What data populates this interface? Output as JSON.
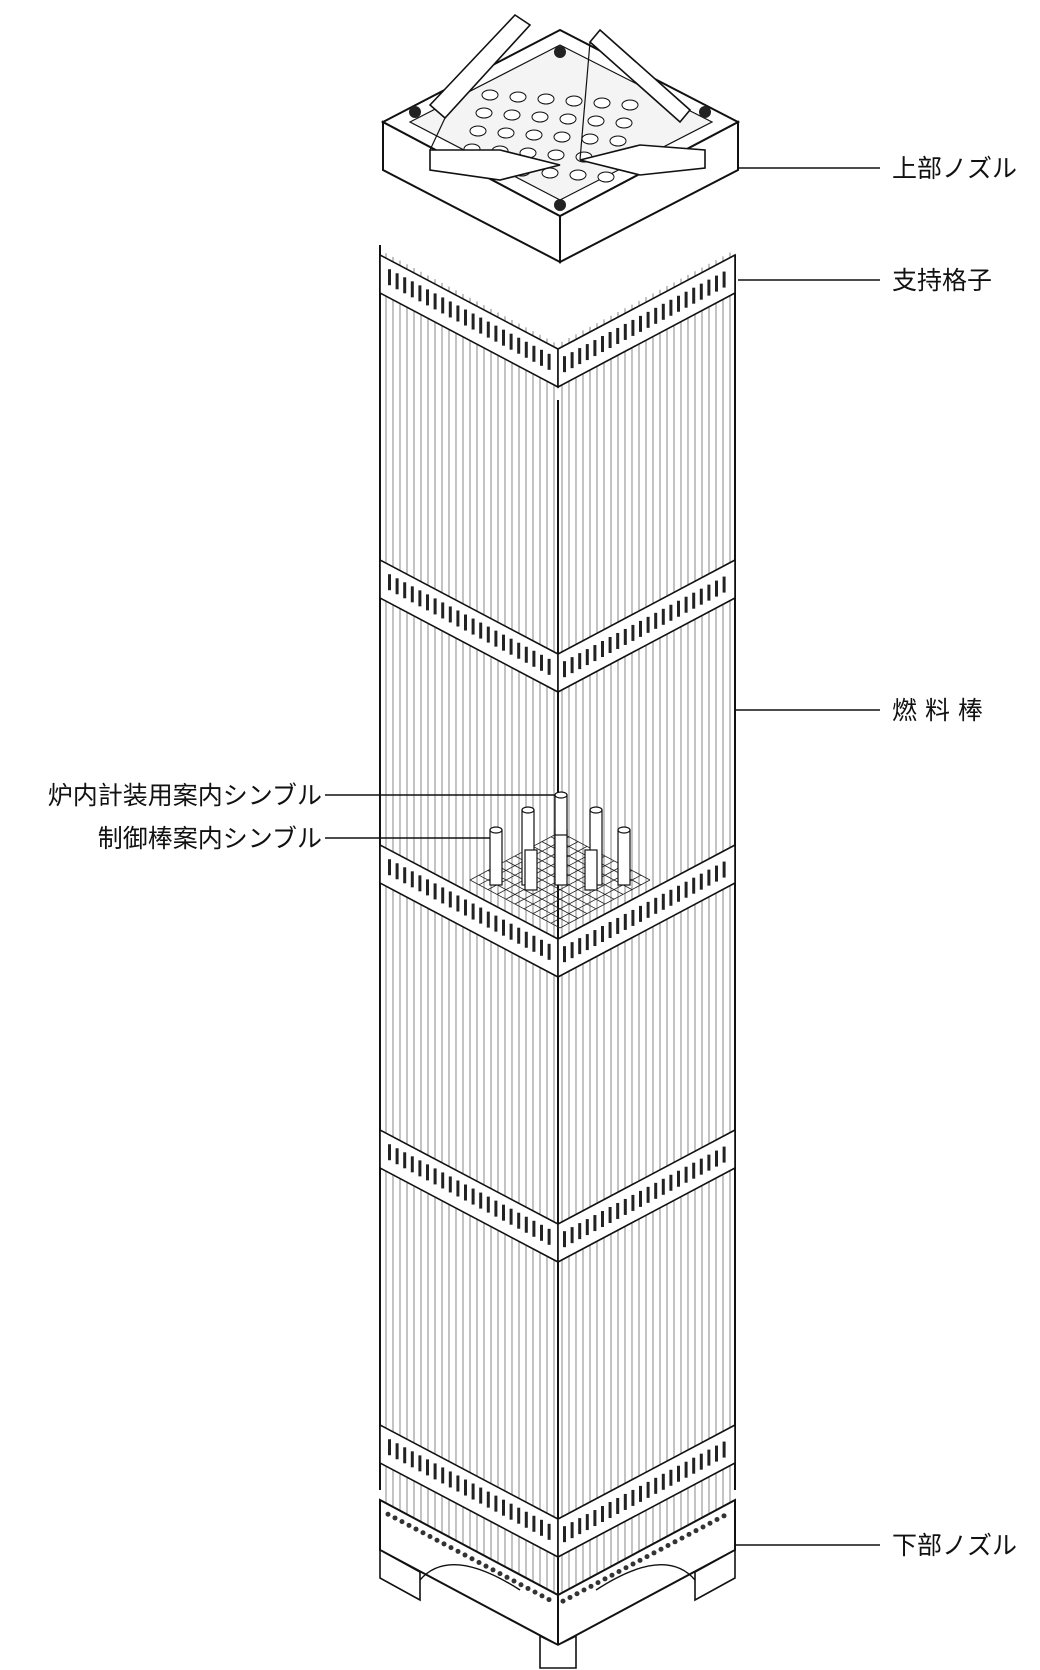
{
  "labels": {
    "top_nozzle": "上部ノズル",
    "support_grid": "支持格子",
    "fuel_rod": "燃 料 棒",
    "instrument_thimble": "炉内計装用案内シンブル",
    "control_rod_thimble": "制御棒案内シンブル",
    "bottom_nozzle": "下部ノズル"
  },
  "colors": {
    "line": "#111111",
    "background": "#ffffff"
  }
}
